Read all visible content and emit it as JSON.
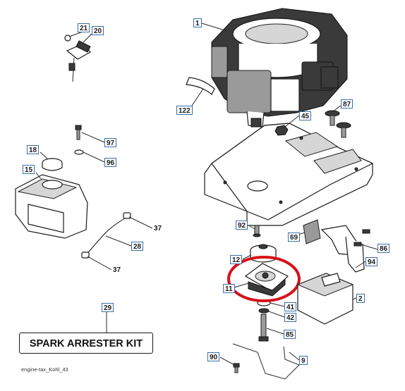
{
  "callouts": [
    {
      "id": "1",
      "label": "1"
    },
    {
      "id": "21",
      "label": "21"
    },
    {
      "id": "20",
      "label": "20"
    },
    {
      "id": "97",
      "label": "97"
    },
    {
      "id": "96",
      "label": "96"
    },
    {
      "id": "18",
      "label": "18"
    },
    {
      "id": "15",
      "label": "15"
    },
    {
      "id": "122",
      "label": "122"
    },
    {
      "id": "45",
      "label": "45"
    },
    {
      "id": "87",
      "label": "87"
    },
    {
      "id": "92",
      "label": "92"
    },
    {
      "id": "69",
      "label": "69"
    },
    {
      "id": "86",
      "label": "86"
    },
    {
      "id": "94",
      "label": "94"
    },
    {
      "id": "12",
      "label": "12"
    },
    {
      "id": "11",
      "label": "11"
    },
    {
      "id": "41",
      "label": "41"
    },
    {
      "id": "42",
      "label": "42"
    },
    {
      "id": "2",
      "label": "2"
    },
    {
      "id": "85",
      "label": "85"
    },
    {
      "id": "37a",
      "label": "37"
    },
    {
      "id": "28",
      "label": "28"
    },
    {
      "id": "37b",
      "label": "37"
    },
    {
      "id": "29",
      "label": "29"
    },
    {
      "id": "90",
      "label": "90"
    },
    {
      "id": "9",
      "label": "9"
    }
  ],
  "kit_label": "SPARK ARRESTER KIT",
  "figure_code": "engine-tax_Kohl_43",
  "highlight_color": "#d6111a",
  "callout_border_color": "#3c6ea8"
}
